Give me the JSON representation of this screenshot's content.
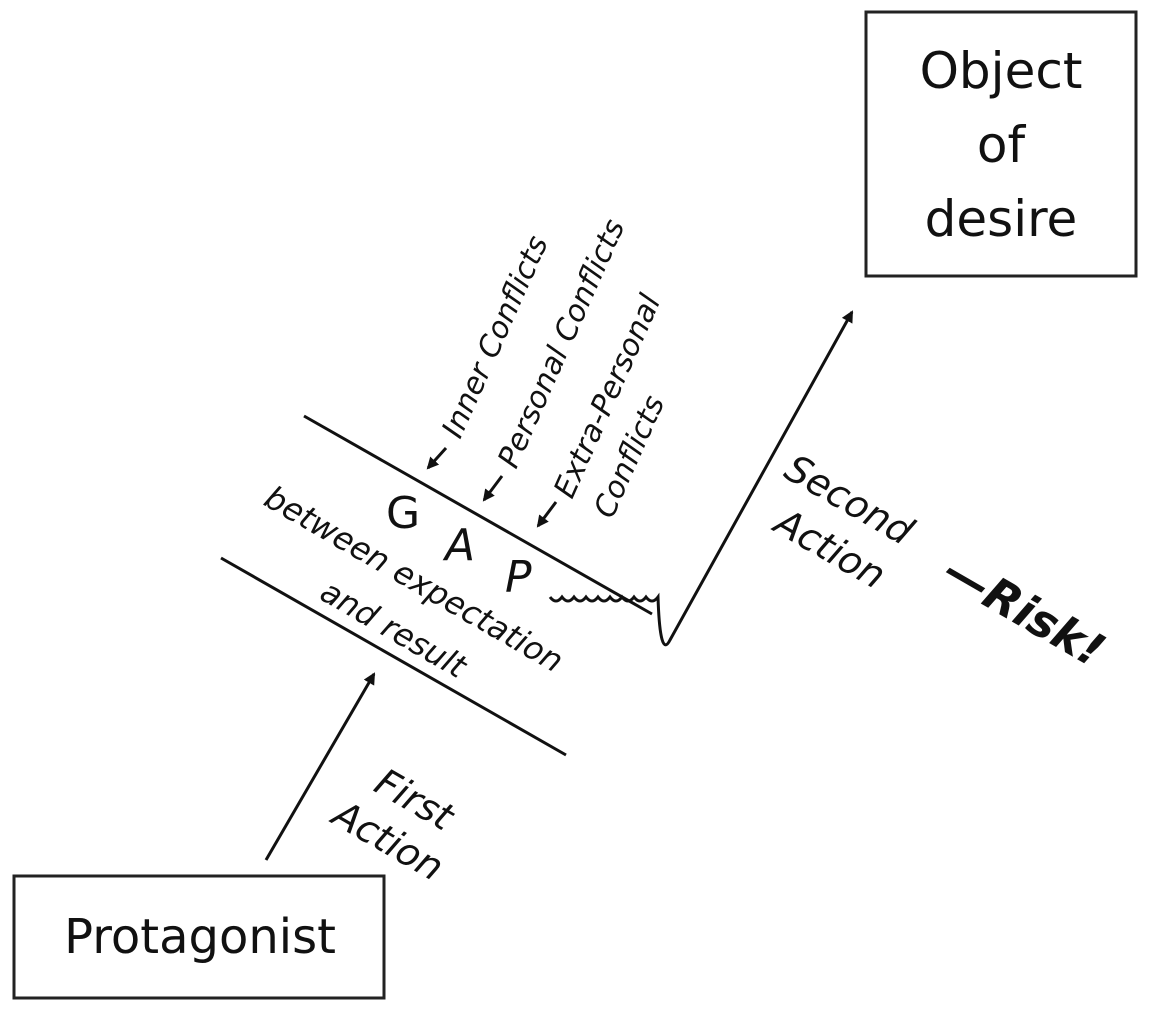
{
  "nodes": {
    "object": {
      "lines": [
        "Object",
        "of",
        "desire"
      ]
    },
    "protagonist": {
      "label": "Protagonist"
    }
  },
  "gap": {
    "letters": [
      "G",
      "A",
      "P"
    ],
    "description": [
      "between expectation",
      "and result"
    ]
  },
  "conflicts": {
    "inner": "Inner Conflicts",
    "personal": "Personal Conflicts",
    "extra": [
      "Extra-Personal",
      "Conflicts"
    ]
  },
  "actions": {
    "first": [
      "First",
      "Action"
    ],
    "second": [
      "Second",
      "Action"
    ],
    "risk": "—Risk!"
  }
}
